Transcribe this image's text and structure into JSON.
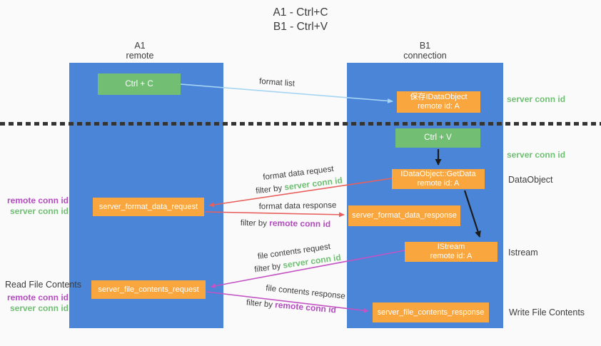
{
  "title": {
    "line1": "A1 - Ctrl+C",
    "line2": "B1 - Ctrl+V"
  },
  "columns": {
    "a1": {
      "label": "A1",
      "sublabel": "remote"
    },
    "b1": {
      "label": "B1",
      "sublabel": "connection"
    }
  },
  "nodes": {
    "ctrl_c": {
      "label": "Ctrl + C"
    },
    "save_idataobject": {
      "line1": "保存IDataObject",
      "line2": "remote id: A"
    },
    "ctrl_v": {
      "label": "Ctrl + V"
    },
    "getdata": {
      "line1": "IDataObject::GetData",
      "line2": "remote id: A"
    },
    "server_format_data_request": {
      "label": "server_format_data_request"
    },
    "server_format_data_response": {
      "label": "server_format_data_response"
    },
    "istream": {
      "line1": "IStream",
      "line2": "remote id: A"
    },
    "server_file_contents_request": {
      "label": "server_file_contents_request"
    },
    "server_file_contents_response": {
      "label": "server_file_contents_response"
    }
  },
  "arrow_labels": {
    "format_list": "format list",
    "format_data_request": "format data request",
    "format_data_response": "format data response",
    "file_contents_request": "file contents request",
    "file_contents_response": "file contents response",
    "filter_by": "filter by",
    "server_conn_id": "server conn id",
    "remote_conn_id": "remote conn id"
  },
  "side_labels": {
    "server_conn_id_top": "server conn id",
    "server_conn_id_mid": "server conn id",
    "data_object": "DataObject",
    "istream": "Istream",
    "write_file_contents": "Write File Contents",
    "read_file_contents": "Read File Contents",
    "remote_conn_id_a": "remote conn id",
    "server_conn_id_a": "server conn id",
    "remote_conn_id_b": "remote conn id",
    "server_conn_id_b": "server conn id"
  },
  "colors": {
    "column_blue": "#4a85d8",
    "box_green": "#72bf74",
    "box_orange": "#f8a63d",
    "green_text": "#6fc073",
    "purple_text": "#b44cc0",
    "arrow_red": "#e8605d",
    "arrow_magenta": "#c354c3",
    "arrow_lightblue": "#a6d4f3",
    "arrow_black": "#1c1c1c",
    "text_dark": "#3c3c3c",
    "background": "#fafafa"
  }
}
